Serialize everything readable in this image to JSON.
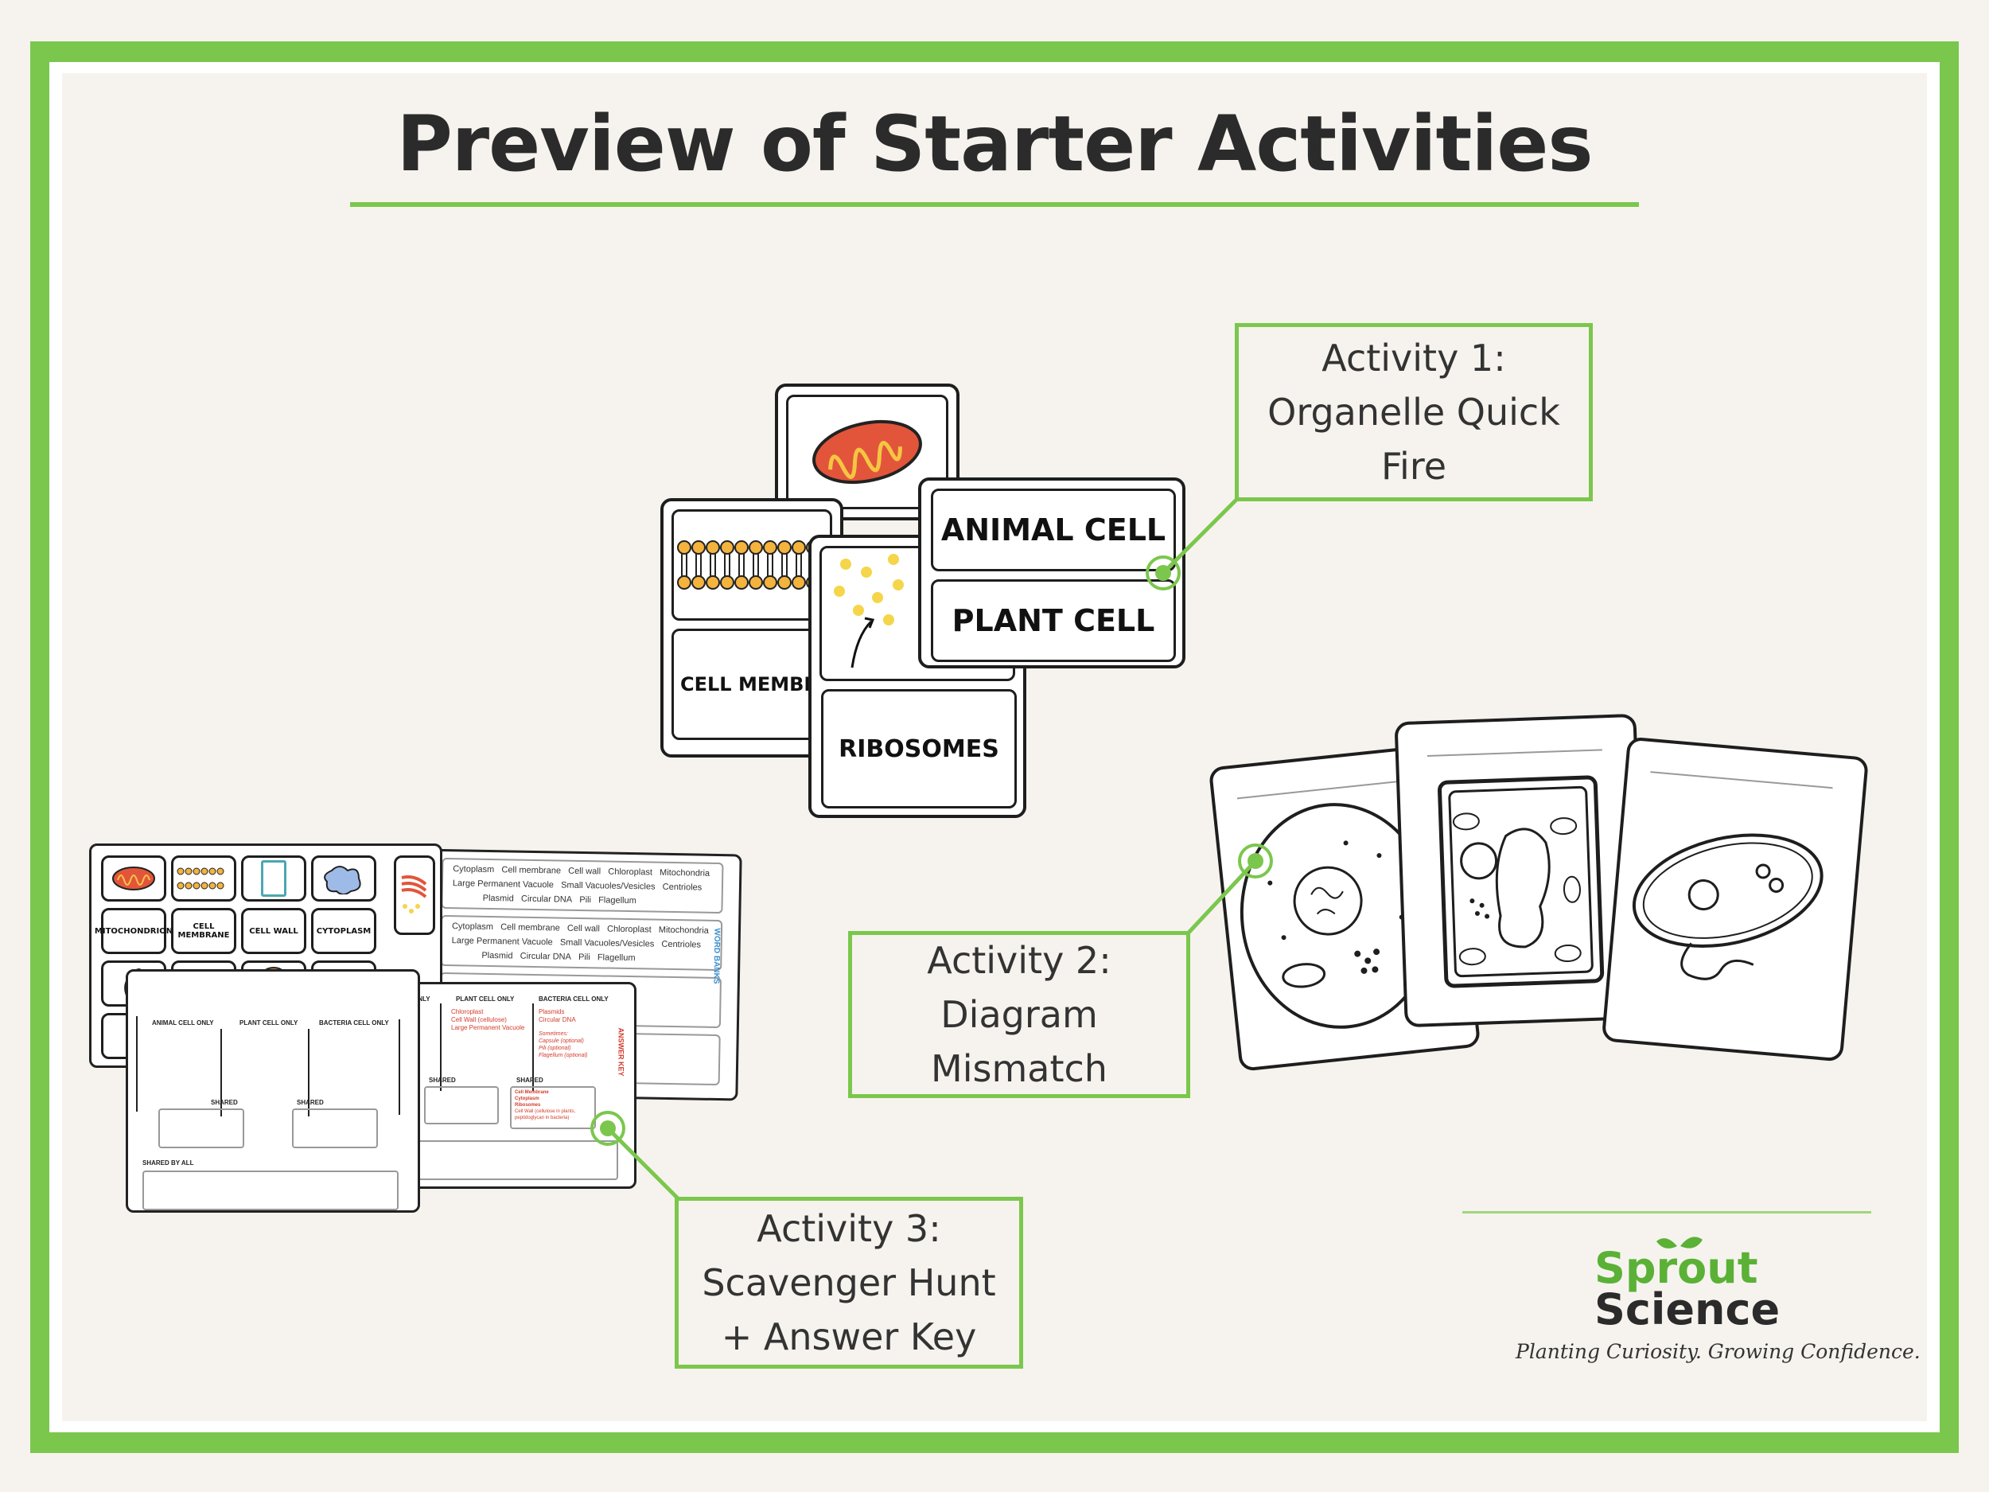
{
  "title": "Preview of Starter Activities",
  "callouts": {
    "activity1": [
      "Activity 1:",
      "Organelle Quick",
      "Fire"
    ],
    "activity2": [
      "Activity 2:",
      "Diagram",
      "Mismatch"
    ],
    "activity3": [
      "Activity 3:",
      "Scavenger Hunt",
      "+ Answer Key"
    ]
  },
  "cards": {
    "animal_cell": "ANIMAL CELL",
    "plant_cell": "PLANT CELL",
    "cell_membrane": "CELL MEMBRAI",
    "ribosomes": "RIBOSOMES"
  },
  "sheet_grid": {
    "labels": [
      "MITOCHONDRION",
      "CELL MEMBRANE",
      "CELL WALL",
      "CYTOPLASM"
    ],
    "partial": "V"
  },
  "word_bank": {
    "rows": [
      [
        "Cytoplasm",
        "Cell membrane",
        "Cell wall",
        "Chloroplast",
        "Mitochondria"
      ],
      [
        "Large Permanent Vacuole",
        "Small Vacuoles/Vesicles",
        "Centrioles"
      ],
      [
        "Plasmid",
        "Circular DNA",
        "Pili",
        "Flagellum"
      ]
    ],
    "side_label": "WORD BANKS"
  },
  "venn_sheet": {
    "headers": [
      "ANIMAL CELL ONLY",
      "PLANT CELL ONLY",
      "BACTERIA CELL ONLY"
    ],
    "shared": "SHARED",
    "shared_all": "SHARED BY ALL"
  },
  "answer_key": {
    "side_label": "ANSWER KEY",
    "plant_only": [
      "Chloroplast",
      "Cell Wall (cellulose)",
      "Large Permanent Vacuole"
    ],
    "bacteria_only": [
      "Plasmids",
      "Circular DNA"
    ],
    "bacteria_optional": [
      "Sometimes:",
      "Capsule (optional)",
      "Pili (optional)",
      "Flagellum (optional)"
    ],
    "shared_box": [
      "Cell Membrane",
      "Cytoplasm",
      "Ribosomes",
      "Cell Wall (cellulose in plants, peptidoglycan in bacteria)"
    ]
  },
  "brand": {
    "line1": "Sprout",
    "line2": "Science",
    "tagline": "Planting Curiosity. Growing Confidence."
  },
  "colors": {
    "accent_green": "#7bc74d",
    "background": "#f6f3ee",
    "title_text": "#2b2b2b",
    "answer_red": "#d23c2c"
  }
}
